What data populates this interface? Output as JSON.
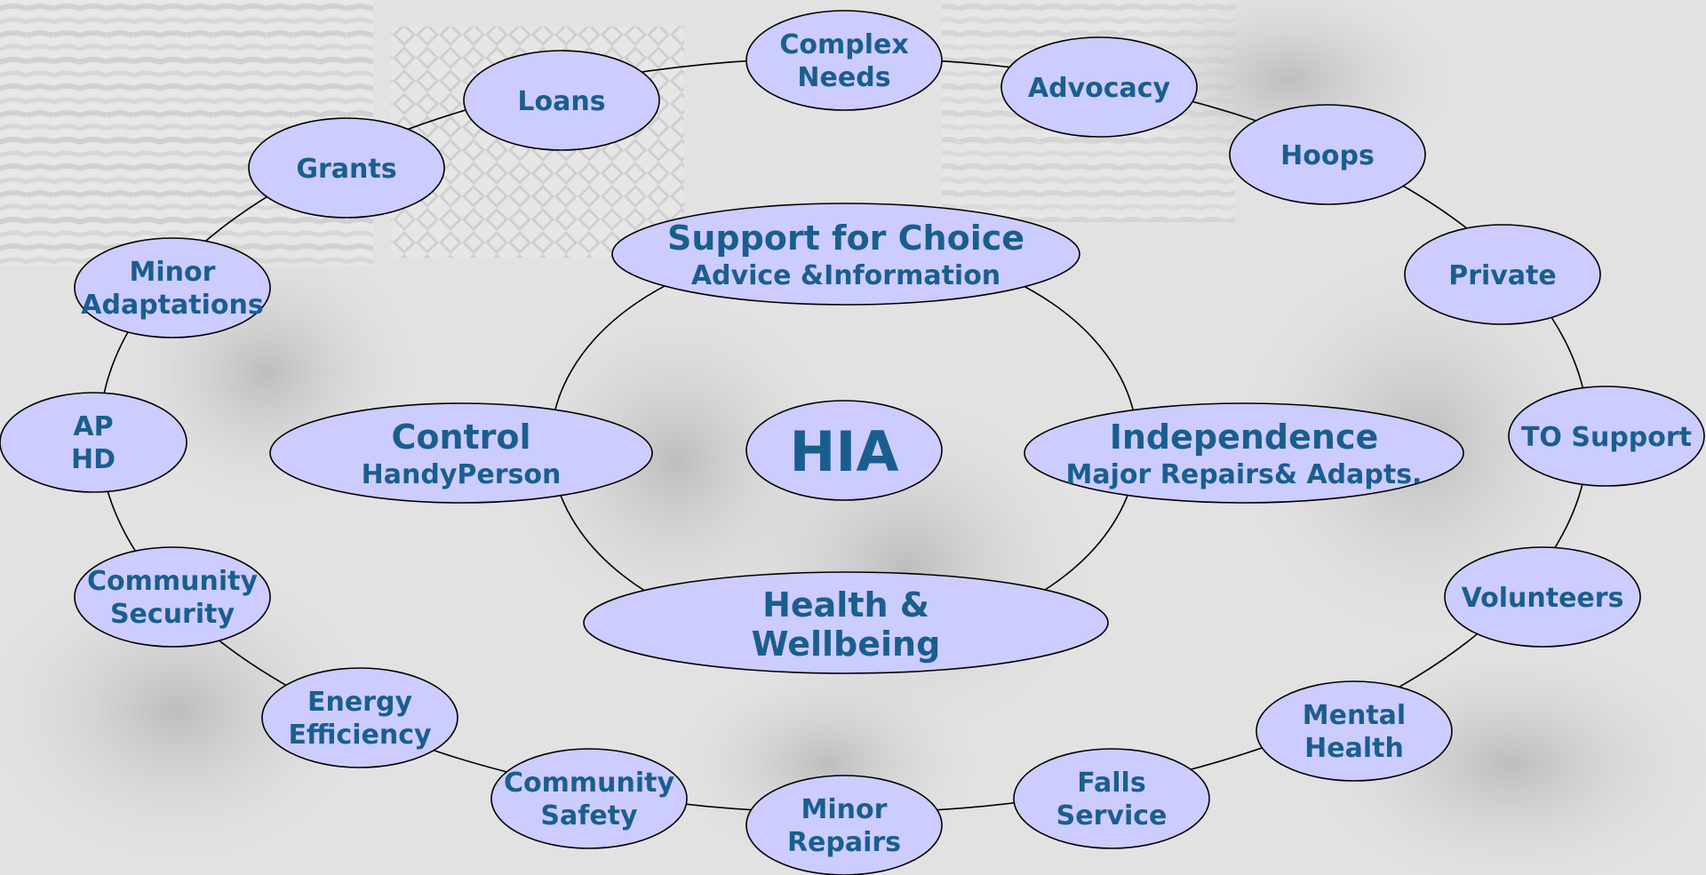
{
  "diagram": {
    "center": {
      "label": "HIA"
    },
    "inner_nodes": [
      {
        "id": "support-for-choice",
        "title": "Support for Choice",
        "subtitle": "Advice &Information"
      },
      {
        "id": "control",
        "title": "Control",
        "subtitle": "HandyPerson"
      },
      {
        "id": "independence",
        "title": "Independence",
        "subtitle": "Major Repairs& Adapts."
      },
      {
        "id": "health-wellbeing",
        "lines": [
          "Health &",
          "Wellbeing"
        ]
      }
    ],
    "outer_nodes": [
      {
        "id": "complex-needs",
        "lines": [
          "Complex",
          "Needs"
        ]
      },
      {
        "id": "advocacy",
        "lines": [
          "Advocacy"
        ]
      },
      {
        "id": "hoops",
        "lines": [
          "Hoops"
        ]
      },
      {
        "id": "private",
        "lines": [
          "Private"
        ]
      },
      {
        "id": "to-support",
        "lines": [
          "TO Support"
        ]
      },
      {
        "id": "volunteers",
        "lines": [
          "Volunteers"
        ]
      },
      {
        "id": "mental-health",
        "lines": [
          "Mental",
          "Health"
        ]
      },
      {
        "id": "falls-service",
        "lines": [
          "Falls",
          "Service"
        ]
      },
      {
        "id": "minor-repairs",
        "lines": [
          "Minor",
          "Repairs"
        ]
      },
      {
        "id": "community-safety",
        "lines": [
          "Community",
          "Safety"
        ]
      },
      {
        "id": "energy-efficiency",
        "lines": [
          "Energy",
          "Efficiency"
        ]
      },
      {
        "id": "community-security",
        "lines": [
          "Community",
          "Security"
        ]
      },
      {
        "id": "ap-hd",
        "lines": [
          "AP",
          "HD"
        ]
      },
      {
        "id": "minor-adaptations",
        "lines": [
          "Minor",
          "Adaptations"
        ]
      },
      {
        "id": "grants",
        "lines": [
          "Grants"
        ]
      },
      {
        "id": "loans",
        "lines": [
          "Loans"
        ]
      }
    ]
  },
  "colors": {
    "node_fill": "#ccccff",
    "text": "#1a5e8e",
    "connector": "#000000"
  }
}
